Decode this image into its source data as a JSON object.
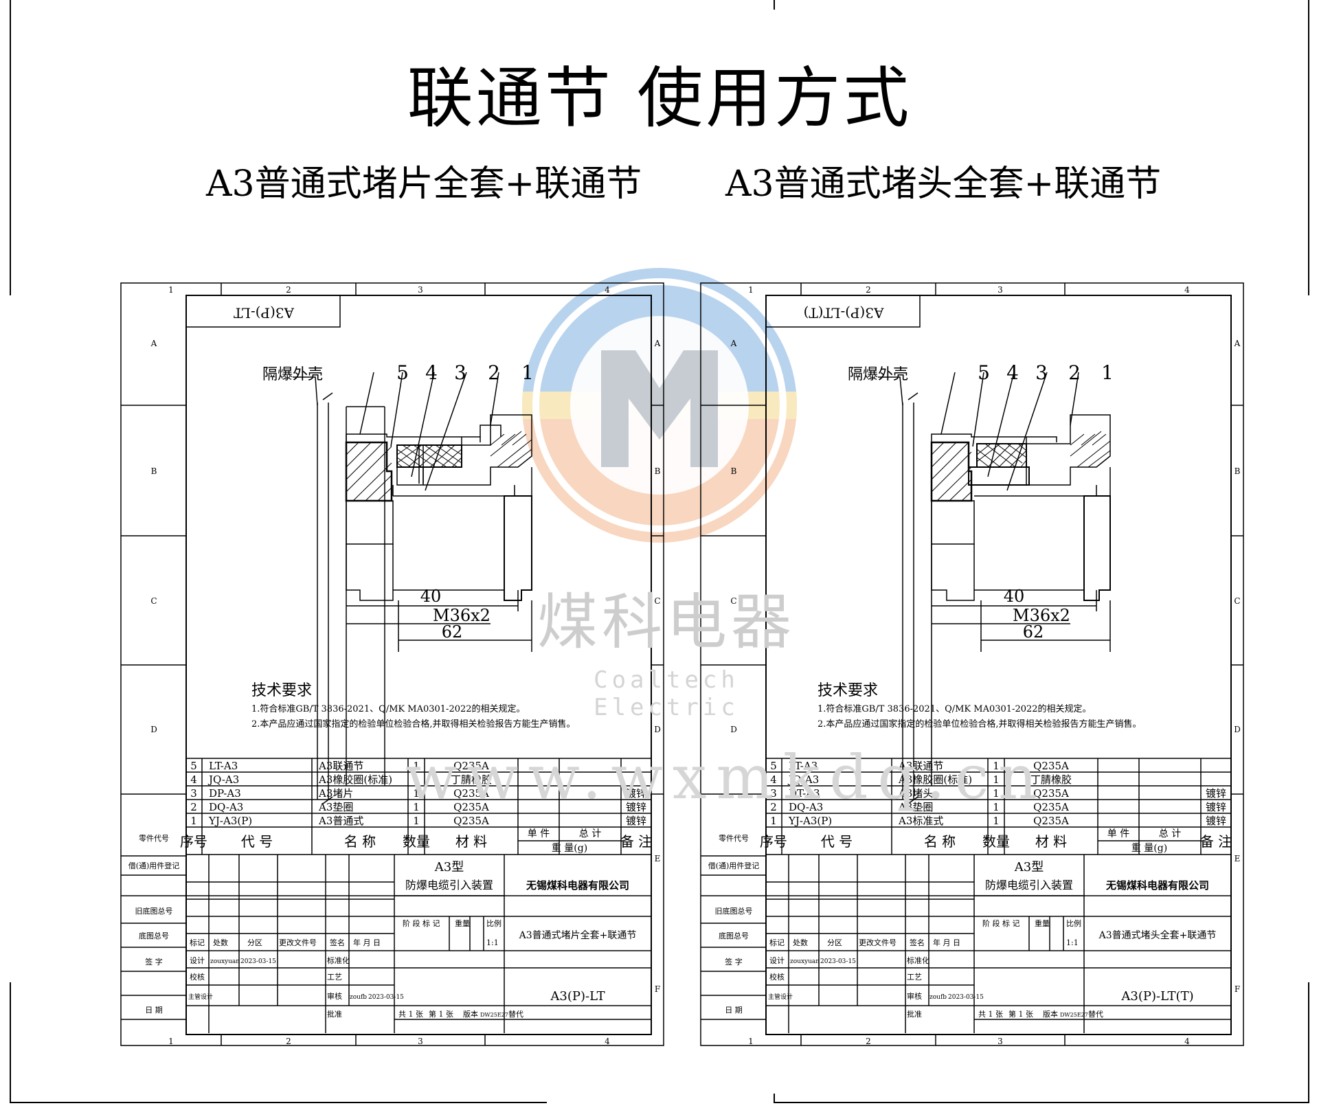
{
  "title": "联通节 使用方式",
  "sheets": [
    {
      "subtitle": "A3普通式堵片全套+联通节",
      "drawing_code_mirrored": "A3(P)-LT",
      "housing_label": "隔爆外壳",
      "balloons": [
        "5",
        "4",
        "3",
        "2",
        "1"
      ],
      "dims": {
        "d40": "40",
        "thread": "M36x2",
        "d62": "62"
      },
      "tech_title": "技术要求",
      "tech_lines": [
        "1.符合标准GB/T 3836-2021、Q/MK MA0301-2022的相关规定。",
        "2.本产品应通过国家指定的检验单位检验合格,并取得相关检验报告方能生产销售。"
      ],
      "bom": [
        {
          "no": "5",
          "code": "LT-A3",
          "name": "A3联通节",
          "qty": "1",
          "material": "Q235A",
          "note": ""
        },
        {
          "no": "4",
          "code": "JQ-A3",
          "name": "A3橡胶圈(标准)",
          "qty": "1",
          "material": "丁腈橡胶",
          "note": ""
        },
        {
          "no": "3",
          "code": "DP-A3",
          "name": "A3堵片",
          "qty": "1",
          "material": "Q235A",
          "note": "镀锌"
        },
        {
          "no": "2",
          "code": "DQ-A3",
          "name": "A3垫圈",
          "qty": "1",
          "material": "Q235A",
          "note": "镀锌"
        },
        {
          "no": "1",
          "code": "YJ-A3(P)",
          "name": "A3普通式",
          "qty": "1",
          "material": "Q235A",
          "note": "镀锌"
        }
      ],
      "title_block": {
        "model": "A3型",
        "product": "防爆电缆引入装置",
        "company": "无锡煤科电器有限公司",
        "drawing_name": "A3普通式堵片全套+联通节",
        "drawing_no": "A3(P)-LT",
        "designer": "zouxyuan",
        "design_date": "2023-03-15",
        "checker": "zoufb",
        "check_date": "2023-03-15",
        "scale": "1:1",
        "version": "DW25E27"
      }
    },
    {
      "subtitle": "A3普通式堵头全套+联通节",
      "drawing_code_mirrored": "A3(P)-LT(T)",
      "housing_label": "隔爆外壳",
      "balloons": [
        "5",
        "4",
        "3",
        "2",
        "1"
      ],
      "dims": {
        "d40": "40",
        "thread": "M36x2",
        "d62": "62"
      },
      "tech_title": "技术要求",
      "tech_lines": [
        "1.符合标准GB/T 3836-2021、Q/MK MA0301-2022的相关规定。",
        "2.本产品应通过国家指定的检验单位检验合格,并取得相关检验报告方能生产销售。"
      ],
      "bom": [
        {
          "no": "5",
          "code": "LT-A3",
          "name": "A3联通节",
          "qty": "1",
          "material": "Q235A",
          "note": ""
        },
        {
          "no": "4",
          "code": "JQ-A3",
          "name": "A3橡胶圈(标准)",
          "qty": "1",
          "material": "丁腈橡胶",
          "note": ""
        },
        {
          "no": "3",
          "code": "DT-A3",
          "name": "A3堵头",
          "qty": "1",
          "material": "Q235A",
          "note": "镀锌"
        },
        {
          "no": "2",
          "code": "DQ-A3",
          "name": "A3垫圈",
          "qty": "1",
          "material": "Q235A",
          "note": "镀锌"
        },
        {
          "no": "1",
          "code": "YJ-A3(P)",
          "name": "A3标准式",
          "qty": "1",
          "material": "Q235A",
          "note": "镀锌"
        }
      ],
      "title_block": {
        "model": "A3型",
        "product": "防爆电缆引入装置",
        "company": "无锡煤科电器有限公司",
        "drawing_name": "A3普通式堵头全套+联通节",
        "drawing_no": "A3(P)-LT(T)",
        "designer": "zouxyuan",
        "design_date": "2023-03-15",
        "checker": "zoufb",
        "check_date": "2023-03-15",
        "scale": "1:1",
        "version": "DW25E27"
      }
    }
  ],
  "frame_labels": {
    "columns": [
      "1",
      "2",
      "3",
      "4"
    ],
    "rows": [
      "A",
      "B",
      "C",
      "D",
      "E",
      "F"
    ],
    "side_cells": [
      "零件代号",
      "借(通)用件登记",
      "旧底图总号",
      "底图总号",
      "签 字",
      "日 期"
    ],
    "header": {
      "no": "序号",
      "code": "代 号",
      "name": "名 称",
      "qty": "数量",
      "material": "材 料",
      "unit_weight": "单 件",
      "total_weight": "总 计",
      "weight": "重 量(g)",
      "remark": "备 注"
    },
    "revision": {
      "mark": "标记",
      "count": "处数",
      "zone": "分区",
      "doc": "更改文件号",
      "sign": "签名",
      "date": "年 月 日",
      "design": "设计",
      "std": "标准化",
      "check": "校核",
      "process": "工艺",
      "lead": "主管设计",
      "review": "审核",
      "approve": "批准",
      "stage": "阶 段 标 记",
      "weight": "重量",
      "scale": "比例"
    },
    "sheet_info": {
      "total": "共 1 张",
      "current": "第 1 张",
      "version_label": "版本",
      "replace": "替代"
    }
  },
  "watermark": {
    "brand_cn": "煤科电器",
    "brand_en": "Coaltech Electric",
    "url": "www.wxmkdq.cn"
  },
  "colors": {
    "line": "#000000",
    "hatch": "#000000",
    "watermark": "#cccccc",
    "logo_blue": "#7fb0e0",
    "logo_orange": "#f3b58c",
    "logo_yellow": "#f5d88a"
  }
}
